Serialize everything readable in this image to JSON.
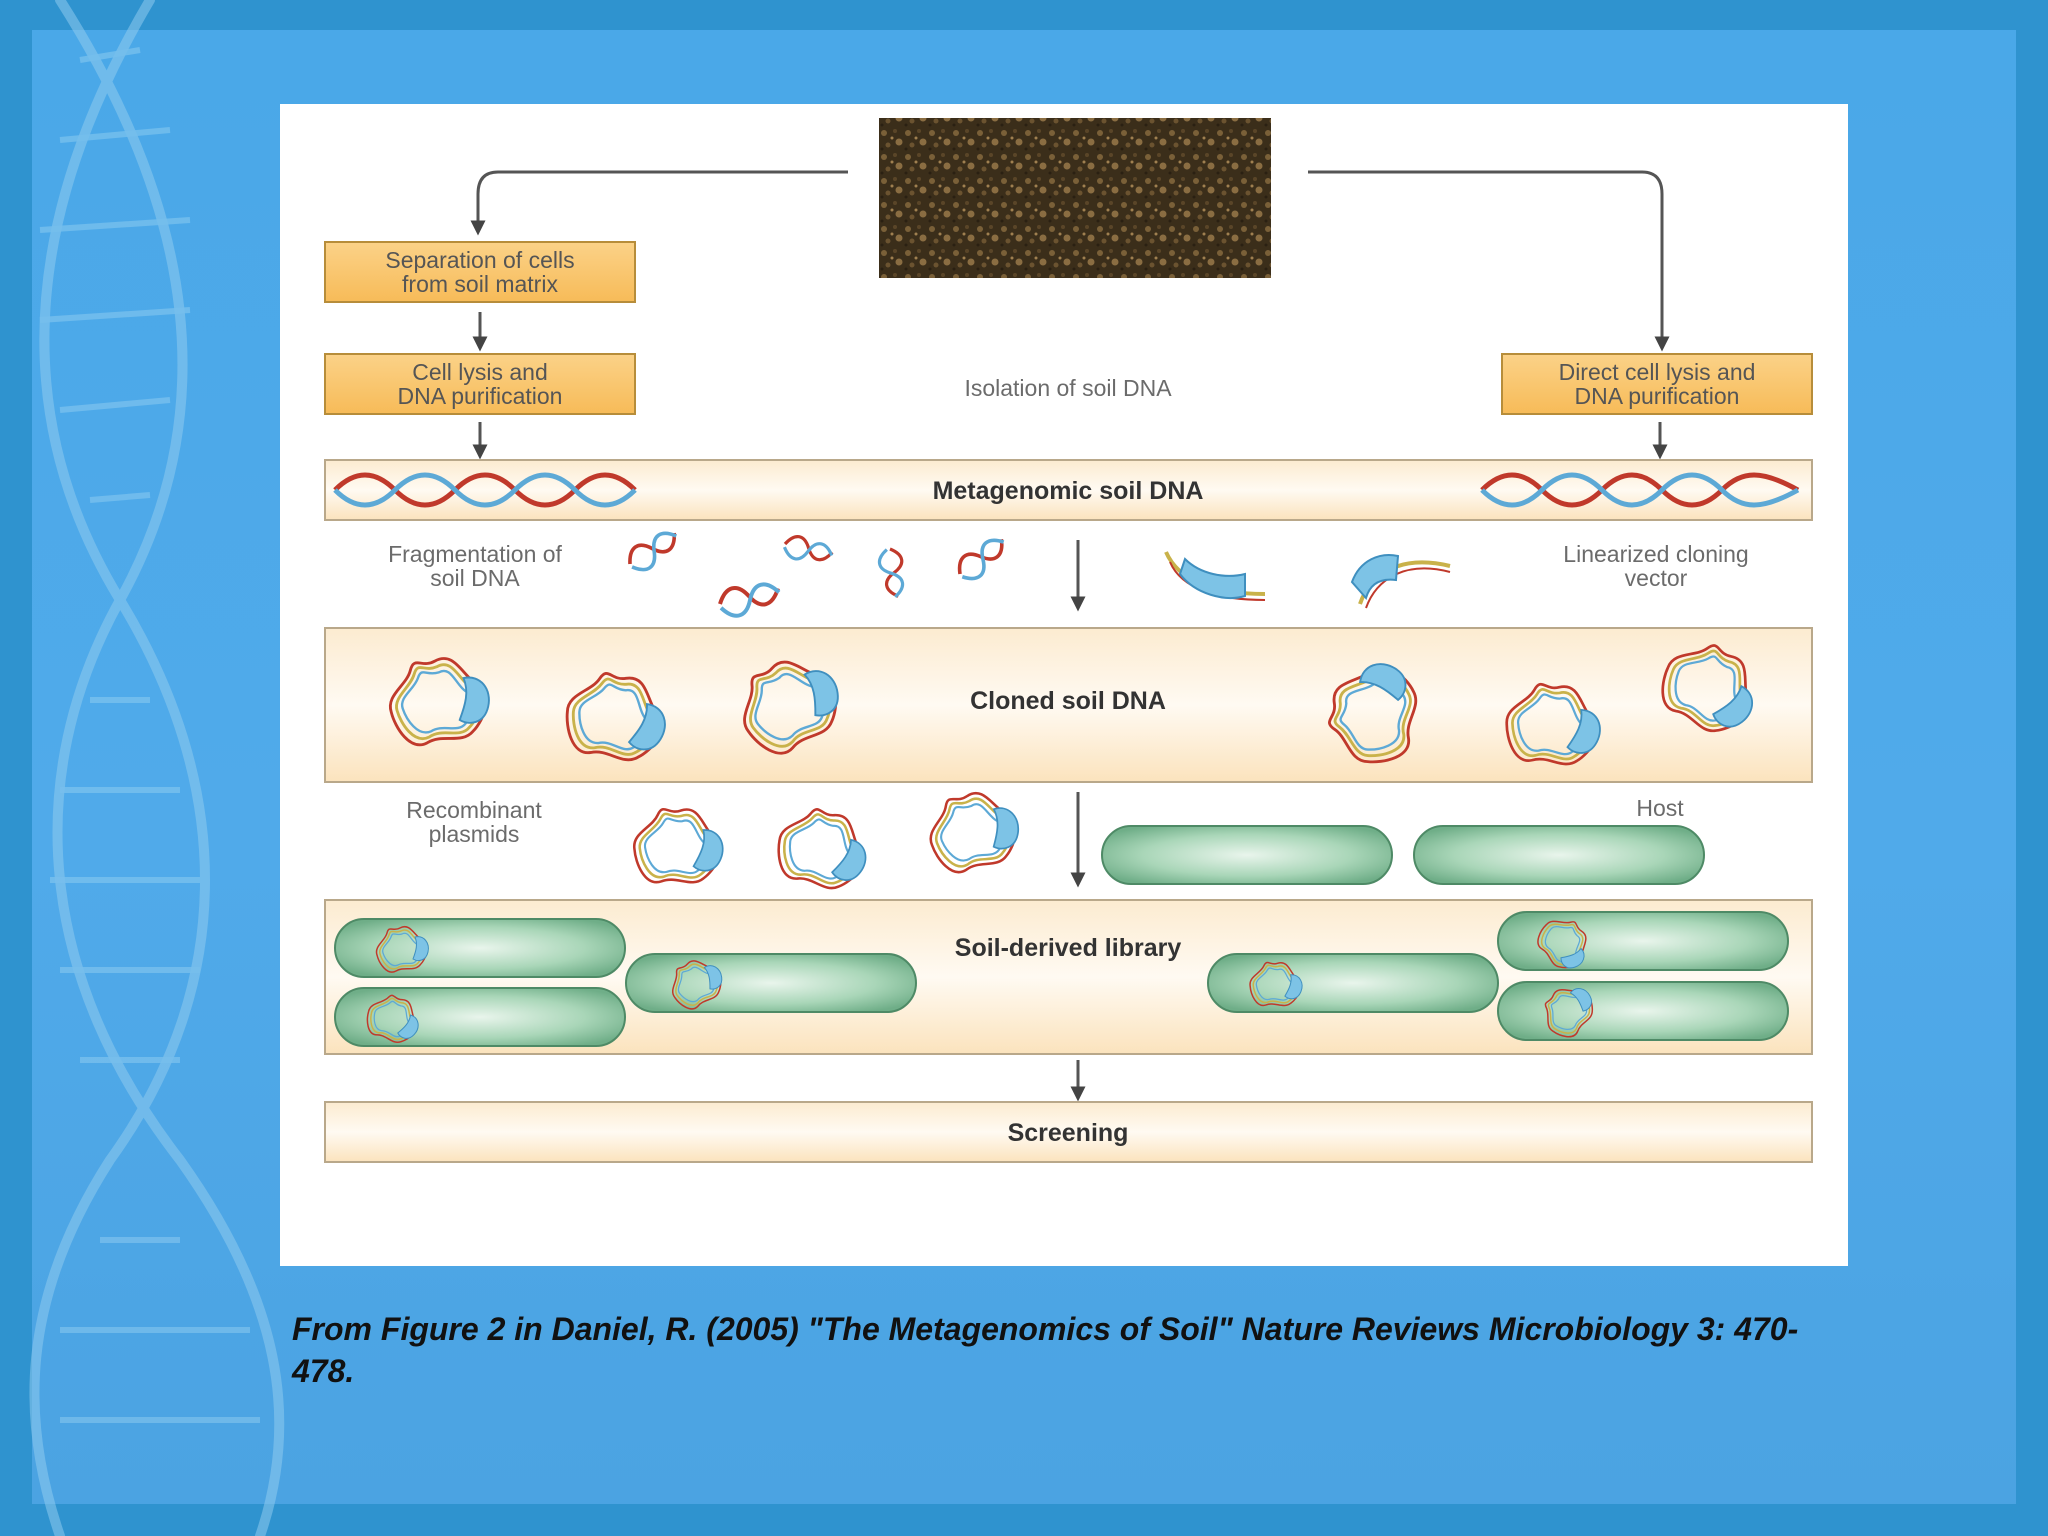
{
  "diagram": {
    "steps": {
      "separation": [
        "Separation of cells",
        "from soil matrix"
      ],
      "lysis": [
        "Cell lysis and",
        "DNA purification"
      ],
      "direct_lysis": [
        "Direct cell lysis and",
        "DNA purification"
      ],
      "isolation": "Isolation of soil DNA",
      "metagenomic": "Metagenomic soil DNA",
      "fragmentation": [
        "Fragmentation of",
        "soil DNA"
      ],
      "linearized": [
        "Linearized cloning",
        "vector"
      ],
      "cloned": "Cloned soil DNA",
      "recombinant": [
        "Recombinant",
        "plasmids"
      ],
      "host": "Host",
      "library": "Soil-derived library",
      "screening": "Screening"
    },
    "colors": {
      "box_orange": "#f9c56a",
      "band_cream": "#fbe6c4",
      "cell_green": "#8ec6a4",
      "vector_blue": "#7dc3e6",
      "strand_red": "#c0392b",
      "strand_blue": "#5da9d6",
      "soil_brown": "#4a3a22"
    }
  },
  "caption": "From Figure 2 in Daniel, R. (2005) \"The Metagenomics of Soil\" Nature Reviews Microbiology 3: 470-478."
}
